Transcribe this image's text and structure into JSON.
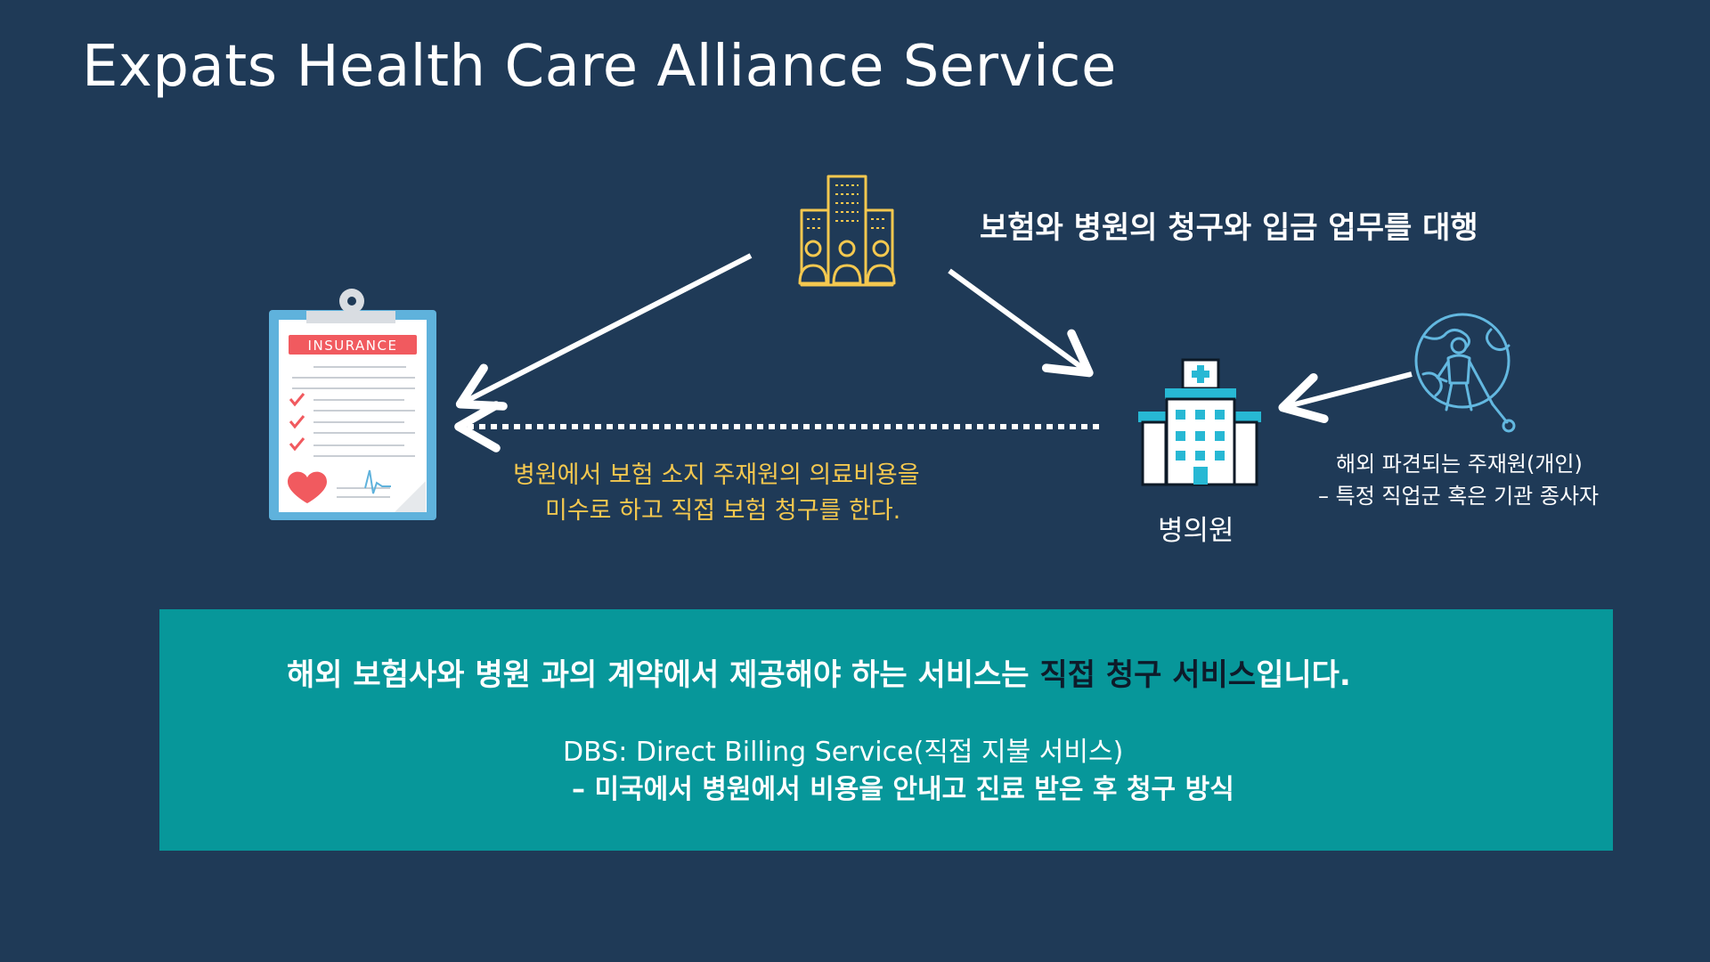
{
  "title": "Expats Health Care Alliance Service",
  "nodes": {
    "alliance_caption": "보험와 병원의 청구와 입금 업무를 대행",
    "insurance_card_label": "INSURANCE",
    "direct_claim_caption_line1": "병원에서 보험 소지 주재원의 의료비용을",
    "direct_claim_caption_line2": "미수로 하고 직접 보험 청구를 한다.",
    "hospital_label": "병의원",
    "expat_caption_line1": "해외 파견되는 주재원(개인)",
    "expat_caption_line2": "– 특정 직업군 혹은 기관 종사자"
  },
  "banner": {
    "main_prefix": "해외 보험사와 병원 과의 계약에서 제공해야 하는 서비스는 ",
    "main_highlight": "직접 청구 서비스",
    "main_suffix": "입니다.",
    "dbs_line1": "DBS: Direct Billing Service(직접 지불 서비스)",
    "dbs_line2": "– 미국에서 병원에서 비용을 안내고 진료 받은 후 청구 방식"
  },
  "colors": {
    "background": "#1f3a57",
    "banner": "#07979a",
    "accent_yellow": "#f4c84f",
    "hospital_teal": "#27b8d4",
    "clipboard_blue": "#5fb2dc",
    "insurance_red": "#f15a5f",
    "globe_blue": "#63b8e0"
  },
  "icons": {
    "alliance": "office-buildings-people-icon",
    "insurance": "insurance-clipboard-icon",
    "hospital": "hospital-building-icon",
    "expat": "globe-traveler-icon"
  }
}
